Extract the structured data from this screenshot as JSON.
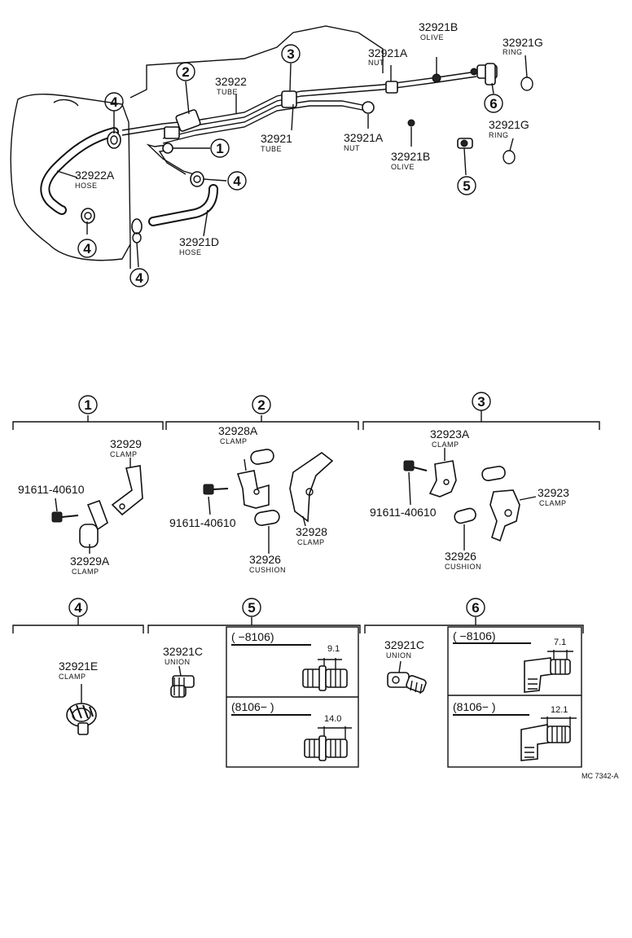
{
  "diagram": {
    "top": {
      "callouts": [
        "1",
        "2",
        "3",
        "4",
        "5",
        "6"
      ],
      "parts": [
        {
          "number": "32922",
          "name": "TUBE"
        },
        {
          "number": "32921",
          "name": "TUBE"
        },
        {
          "number": "32921A",
          "name": "NUT"
        },
        {
          "number": "32921A",
          "name": "NUT"
        },
        {
          "number": "32921B",
          "name": "OLIVE"
        },
        {
          "number": "32921B",
          "name": "OLIVE"
        },
        {
          "number": "32921G",
          "name": "RING"
        },
        {
          "number": "32921G",
          "name": "RING"
        },
        {
          "number": "32922A",
          "name": "HOSE"
        },
        {
          "number": "32921D",
          "name": "HOSE"
        }
      ]
    },
    "groups": [
      {
        "id": "1",
        "parts": [
          {
            "number": "32929",
            "name": "CLAMP"
          },
          {
            "number": "91611-40610",
            "name": ""
          },
          {
            "number": "32929A",
            "name": "CLAMP"
          }
        ]
      },
      {
        "id": "2",
        "parts": [
          {
            "number": "32928A",
            "name": "CLAMP"
          },
          {
            "number": "91611-40610",
            "name": ""
          },
          {
            "number": "32928",
            "name": "CLAMP"
          },
          {
            "number": "32926",
            "name": "CUSHION"
          }
        ]
      },
      {
        "id": "3",
        "parts": [
          {
            "number": "32923A",
            "name": "CLAMP"
          },
          {
            "number": "91611-40610",
            "name": ""
          },
          {
            "number": "32923",
            "name": "CLAMP"
          },
          {
            "number": "32926",
            "name": "CUSHION"
          }
        ]
      },
      {
        "id": "4",
        "parts": [
          {
            "number": "32921E",
            "name": "CLAMP"
          }
        ]
      },
      {
        "id": "5",
        "parts": [
          {
            "number": "32921C",
            "name": "UNION"
          }
        ],
        "variants": [
          {
            "range": "(       −8106)",
            "dimension": "9.1"
          },
          {
            "range": "(8106−        )",
            "dimension": "14.0"
          }
        ]
      },
      {
        "id": "6",
        "parts": [
          {
            "number": "32921C",
            "name": "UNION"
          }
        ],
        "variants": [
          {
            "range": "(       −8106)",
            "dimension": "7.1"
          },
          {
            "range": "(8106−        )",
            "dimension": "12.1"
          }
        ]
      }
    ],
    "reference": "MC  7342-A"
  }
}
